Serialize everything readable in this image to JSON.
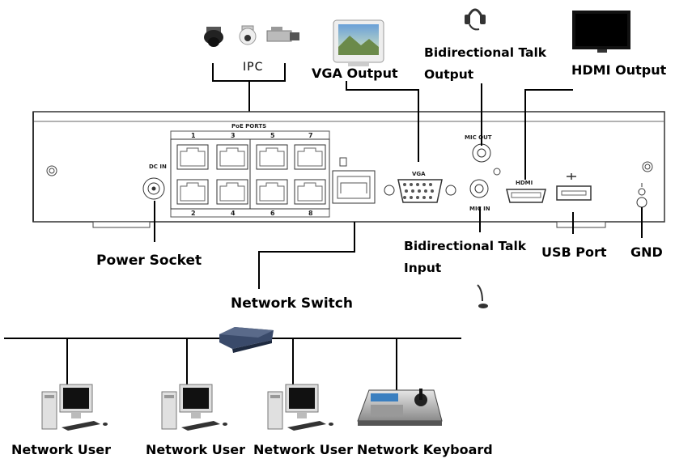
{
  "labels": {
    "ipc": "IPC",
    "vga_output": "VGA Output",
    "talk_output_line1": "Bidirectional Talk",
    "talk_output_line2": "Output",
    "hdmi_output": "HDMI Output",
    "talk_input_line1": "Bidirectional Talk",
    "talk_input_line2": "Input",
    "usb_port": "USB Port",
    "gnd": "GND",
    "power_socket": "Power Socket",
    "network_switch": "Network Switch",
    "network_users": [
      "Network User",
      "Network User",
      "Network User"
    ],
    "network_keyboard": "Network Keyboard"
  },
  "panel": {
    "poe_ports_title": "PoE PORTS",
    "port_numbers_top": [
      "1",
      "3",
      "5",
      "7"
    ],
    "port_numbers_bottom": [
      "2",
      "4",
      "6",
      "8"
    ],
    "dc_in": "DC IN",
    "vga_label": "VGA",
    "mic_out": "MIC OUT",
    "mic_in": "MIC IN",
    "hdmi_logo": "HDMI"
  },
  "colors": {
    "line": "#000000",
    "panel_stroke": "#333333",
    "port_fill": "#ffffff"
  }
}
